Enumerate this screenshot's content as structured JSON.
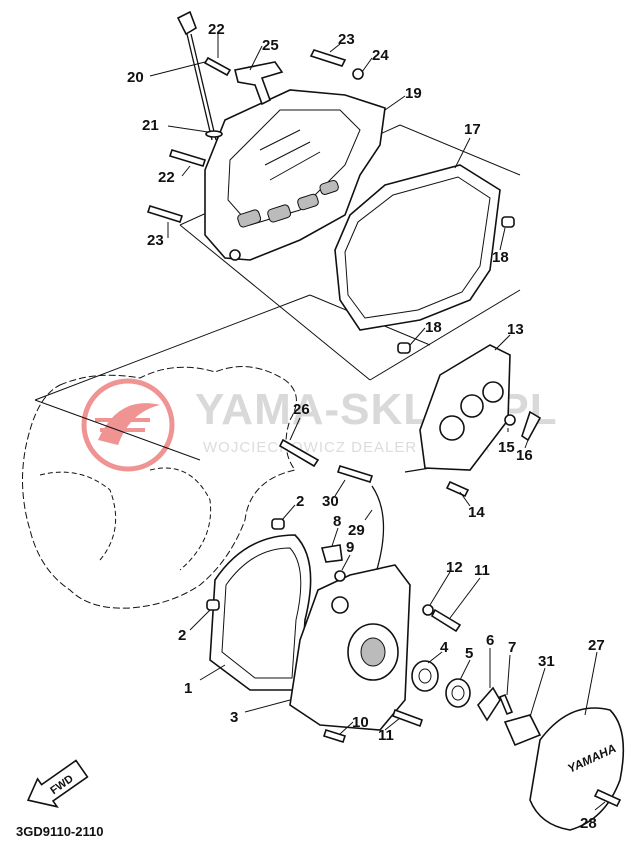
{
  "watermark": {
    "brand": "YAMA-SKLEP.PL",
    "subtitle": "WOJCIECHOWICZ DEALER YAMAHA",
    "logo_color": "#e23b3b"
  },
  "diagram_code": "3GD9110-2110",
  "fwd_label": "FWD",
  "cover_badge": "YAMAHA",
  "callouts": {
    "c1": "1",
    "c2a": "2",
    "c2b": "2",
    "c3": "3",
    "c4": "4",
    "c5": "5",
    "c6": "6",
    "c7": "7",
    "c8": "8",
    "c9": "9",
    "c10": "10",
    "c11a": "11",
    "c11b": "11",
    "c12": "12",
    "c13": "13",
    "c14": "14",
    "c15": "15",
    "c16": "16",
    "c17": "17",
    "c18a": "18",
    "c18b": "18",
    "c19": "19",
    "c20": "20",
    "c21": "21",
    "c22a": "22",
    "c22b": "22",
    "c23a": "23",
    "c23b": "23",
    "c24": "24",
    "c25": "25",
    "c26": "26",
    "c27": "27",
    "c28": "28",
    "c29": "29",
    "c30": "30",
    "c31": "31"
  }
}
